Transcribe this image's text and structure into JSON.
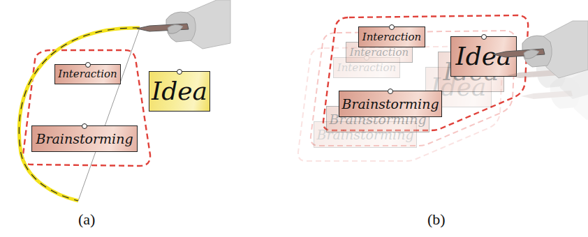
{
  "diagram": {
    "nodes": [
      {
        "text": [
          "Interaction"
        ]
      },
      {
        "text": [
          "Brainstorming"
        ]
      },
      {
        "text": [
          "Idea"
        ]
      },
      {
        "text": [
          "Interaction"
        ]
      },
      {
        "text": [
          "Idea"
        ]
      },
      {
        "text": [
          "Brainstorming"
        ]
      },
      {
        "text": [
          "Interaction"
        ]
      },
      {
        "text": [
          "Interaction"
        ]
      },
      {
        "text": [
          "Idea"
        ]
      },
      {
        "text": [
          "Idea"
        ]
      },
      {
        "text": [
          "Brainstorming"
        ]
      },
      {
        "text": [
          "Brainstorming"
        ]
      }
    ],
    "labels": [
      "(a)",
      "(b)"
    ]
  }
}
